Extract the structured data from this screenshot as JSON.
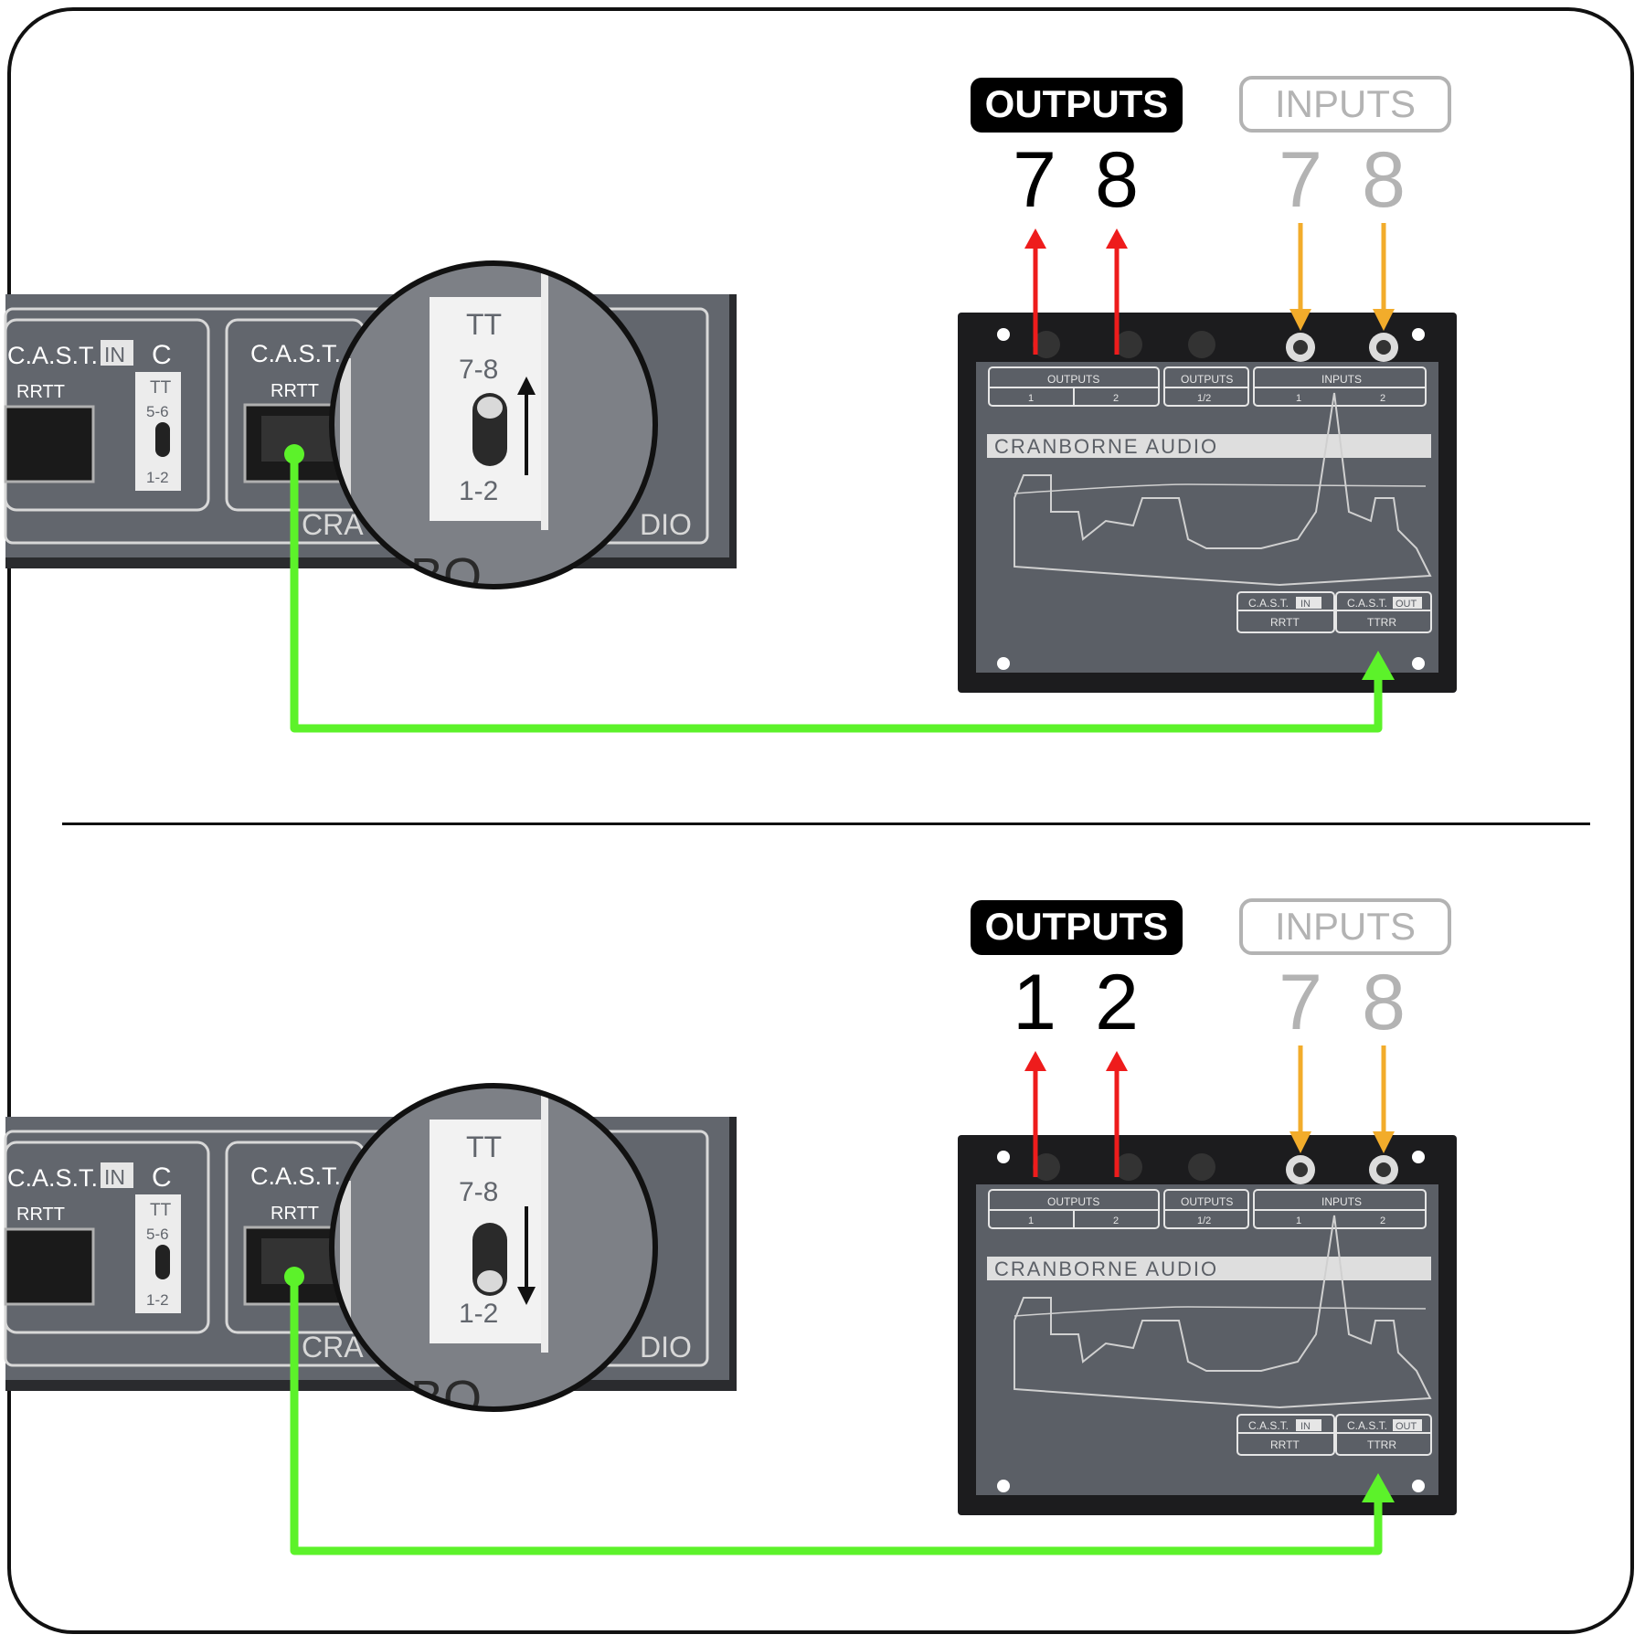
{
  "panels": [
    {
      "id": "top",
      "switch_position": "7-8",
      "switch_direction": "up",
      "outputs_badge": "OUTPUTS",
      "inputs_badge": "INPUTS",
      "output_numbers": [
        "7",
        "8"
      ],
      "input_numbers": [
        "7",
        "8"
      ]
    },
    {
      "id": "bottom",
      "switch_position": "1-2",
      "switch_direction": "down",
      "outputs_badge": "OUTPUTS",
      "inputs_badge": "INPUTS",
      "output_numbers": [
        "1",
        "2"
      ],
      "input_numbers": [
        "7",
        "8"
      ]
    }
  ],
  "rack_unit": {
    "cast_in_label": "C.A.S.T.",
    "cast_in_tag": "IN",
    "section_letter": "C",
    "rrtt_label": "RRTT",
    "tt_label": "TT",
    "ch56_label": "5-6",
    "ch12_label": "1-2",
    "cast_label": "C.A.S.T.",
    "brand_fragment_left": "CRA",
    "brand_fragment_right": "DIO",
    "brand_fragment_mid": "NBO"
  },
  "zoom": {
    "tt_label": "TT",
    "upper_label": "7-8",
    "lower_label": "1-2"
  },
  "breakout_box": {
    "outputs_label": "OUTPUTS",
    "out_ch_1": "1",
    "out_ch_2": "2",
    "outputs_12_label": "OUTPUTS",
    "outputs_12_sub": "1/2",
    "inputs_label": "INPUTS",
    "in_ch_1": "1",
    "in_ch_2": "2",
    "brand": "CRANBORNE AUDIO",
    "cast_in_label": "C.A.S.T.",
    "cast_in_tag": "IN",
    "cast_in_sub": "RRTT",
    "cast_out_label": "C.A.S.T.",
    "cast_out_tag": "OUT",
    "cast_out_sub": "TTRR"
  },
  "colors": {
    "output_arrow": "#ee1c1c",
    "input_arrow": "#f2ac2b",
    "cable": "#5cf22a",
    "device_body": "#5b5f66",
    "device_dark": "#1c1c1e",
    "inactive_text": "#b3b3b3"
  }
}
